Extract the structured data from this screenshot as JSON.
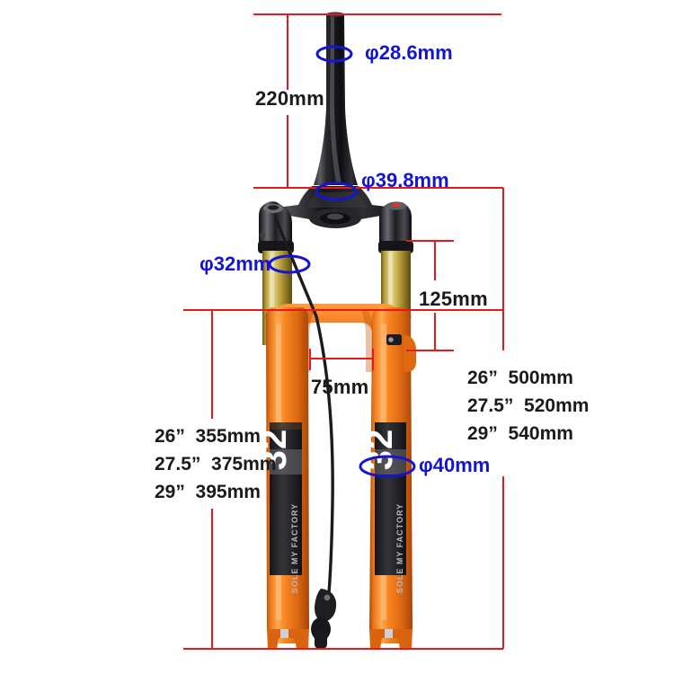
{
  "figure": {
    "title": "Bicycle suspension fork dimension diagram",
    "background_color": "#ffffff",
    "dimension_line_color": "#e8191b",
    "diameter_callout_color": "#1515d0",
    "dimension_text_color": "#1a1a1a"
  },
  "dimensions": {
    "steerer_length": "220mm",
    "crown_to_arch": "125mm",
    "arch_inner_width": "75mm",
    "axle_to_crown_list": [
      "26”  500mm",
      "27.5”  520mm",
      "29”  540mm"
    ],
    "lower_leg_length_list": [
      "26”  355mm",
      "27.5”  375mm",
      "29”  395mm"
    ]
  },
  "diameters": {
    "steerer_top": "φ28.6mm",
    "steerer_bottom": "φ39.8mm",
    "stanchion": "φ32mm",
    "lower_leg": "φ40mm"
  },
  "product": {
    "decal_left": "32",
    "decal_left_sub": "SOLE MY FACTORY",
    "decal_right": "32",
    "decal_right_sub": "SOLE MY FACTORY",
    "colors": {
      "lower_orange": "#f07d1a",
      "lower_orange_dark": "#c4550a",
      "lower_orange_light": "#ffa24a",
      "stanchion_gold": "#c9b24a",
      "stanchion_gold_light": "#eadf9a",
      "stanchion_gold_dark": "#8a7520",
      "crown_black": "#1b1b1e",
      "crown_black_light": "#5a5a60",
      "decal_black": "#232326"
    }
  }
}
